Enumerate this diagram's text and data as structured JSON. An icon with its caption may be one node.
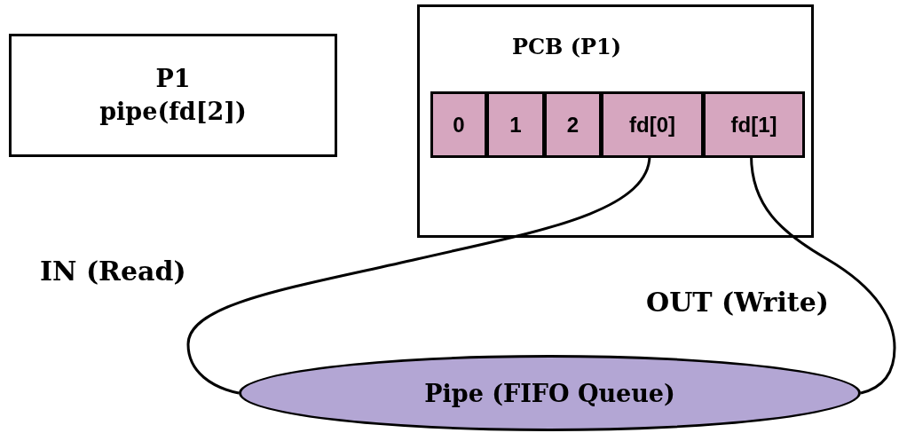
{
  "diagram": {
    "nodes": [
      {
        "text": [
          "P1",
          "pipe(fd[2])"
        ]
      },
      {
        "text": [
          "PCB (P1)"
        ]
      },
      {
        "text": [
          "0"
        ],
        "in": 1
      },
      {
        "text": [
          "1"
        ],
        "in": 1
      },
      {
        "text": [
          "2"
        ],
        "in": 1
      },
      {
        "text": [
          "fd[0]"
        ],
        "in": 1
      },
      {
        "text": [
          "fd[1]"
        ],
        "in": 1
      },
      {
        "text": [
          "Pipe (FIFO Queue)"
        ]
      }
    ],
    "edges": [
      {
        "from": 5,
        "to": 7,
        "arrow": "none",
        "label": "IN (Read)"
      },
      {
        "from": 6,
        "to": 7,
        "arrow": "none",
        "label": "OUT (Write)"
      }
    ]
  }
}
